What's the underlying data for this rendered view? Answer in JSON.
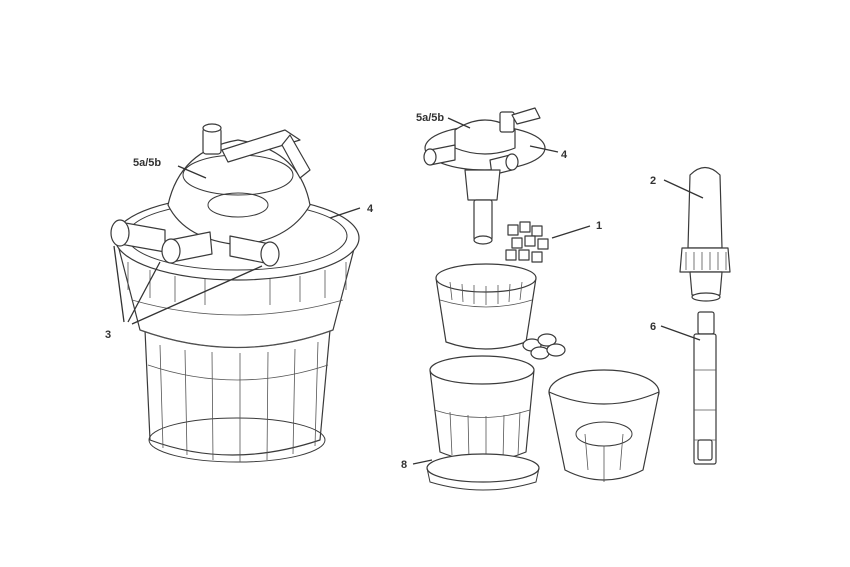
{
  "labels": {
    "main_5a5b": "5a/5b",
    "main_4": "4",
    "main_3": "3",
    "exp_5a5b": "5a/5b",
    "exp_4": "4",
    "exp_1": "1",
    "exp_8": "8",
    "uv_2": "2",
    "uv_6": "6"
  }
}
